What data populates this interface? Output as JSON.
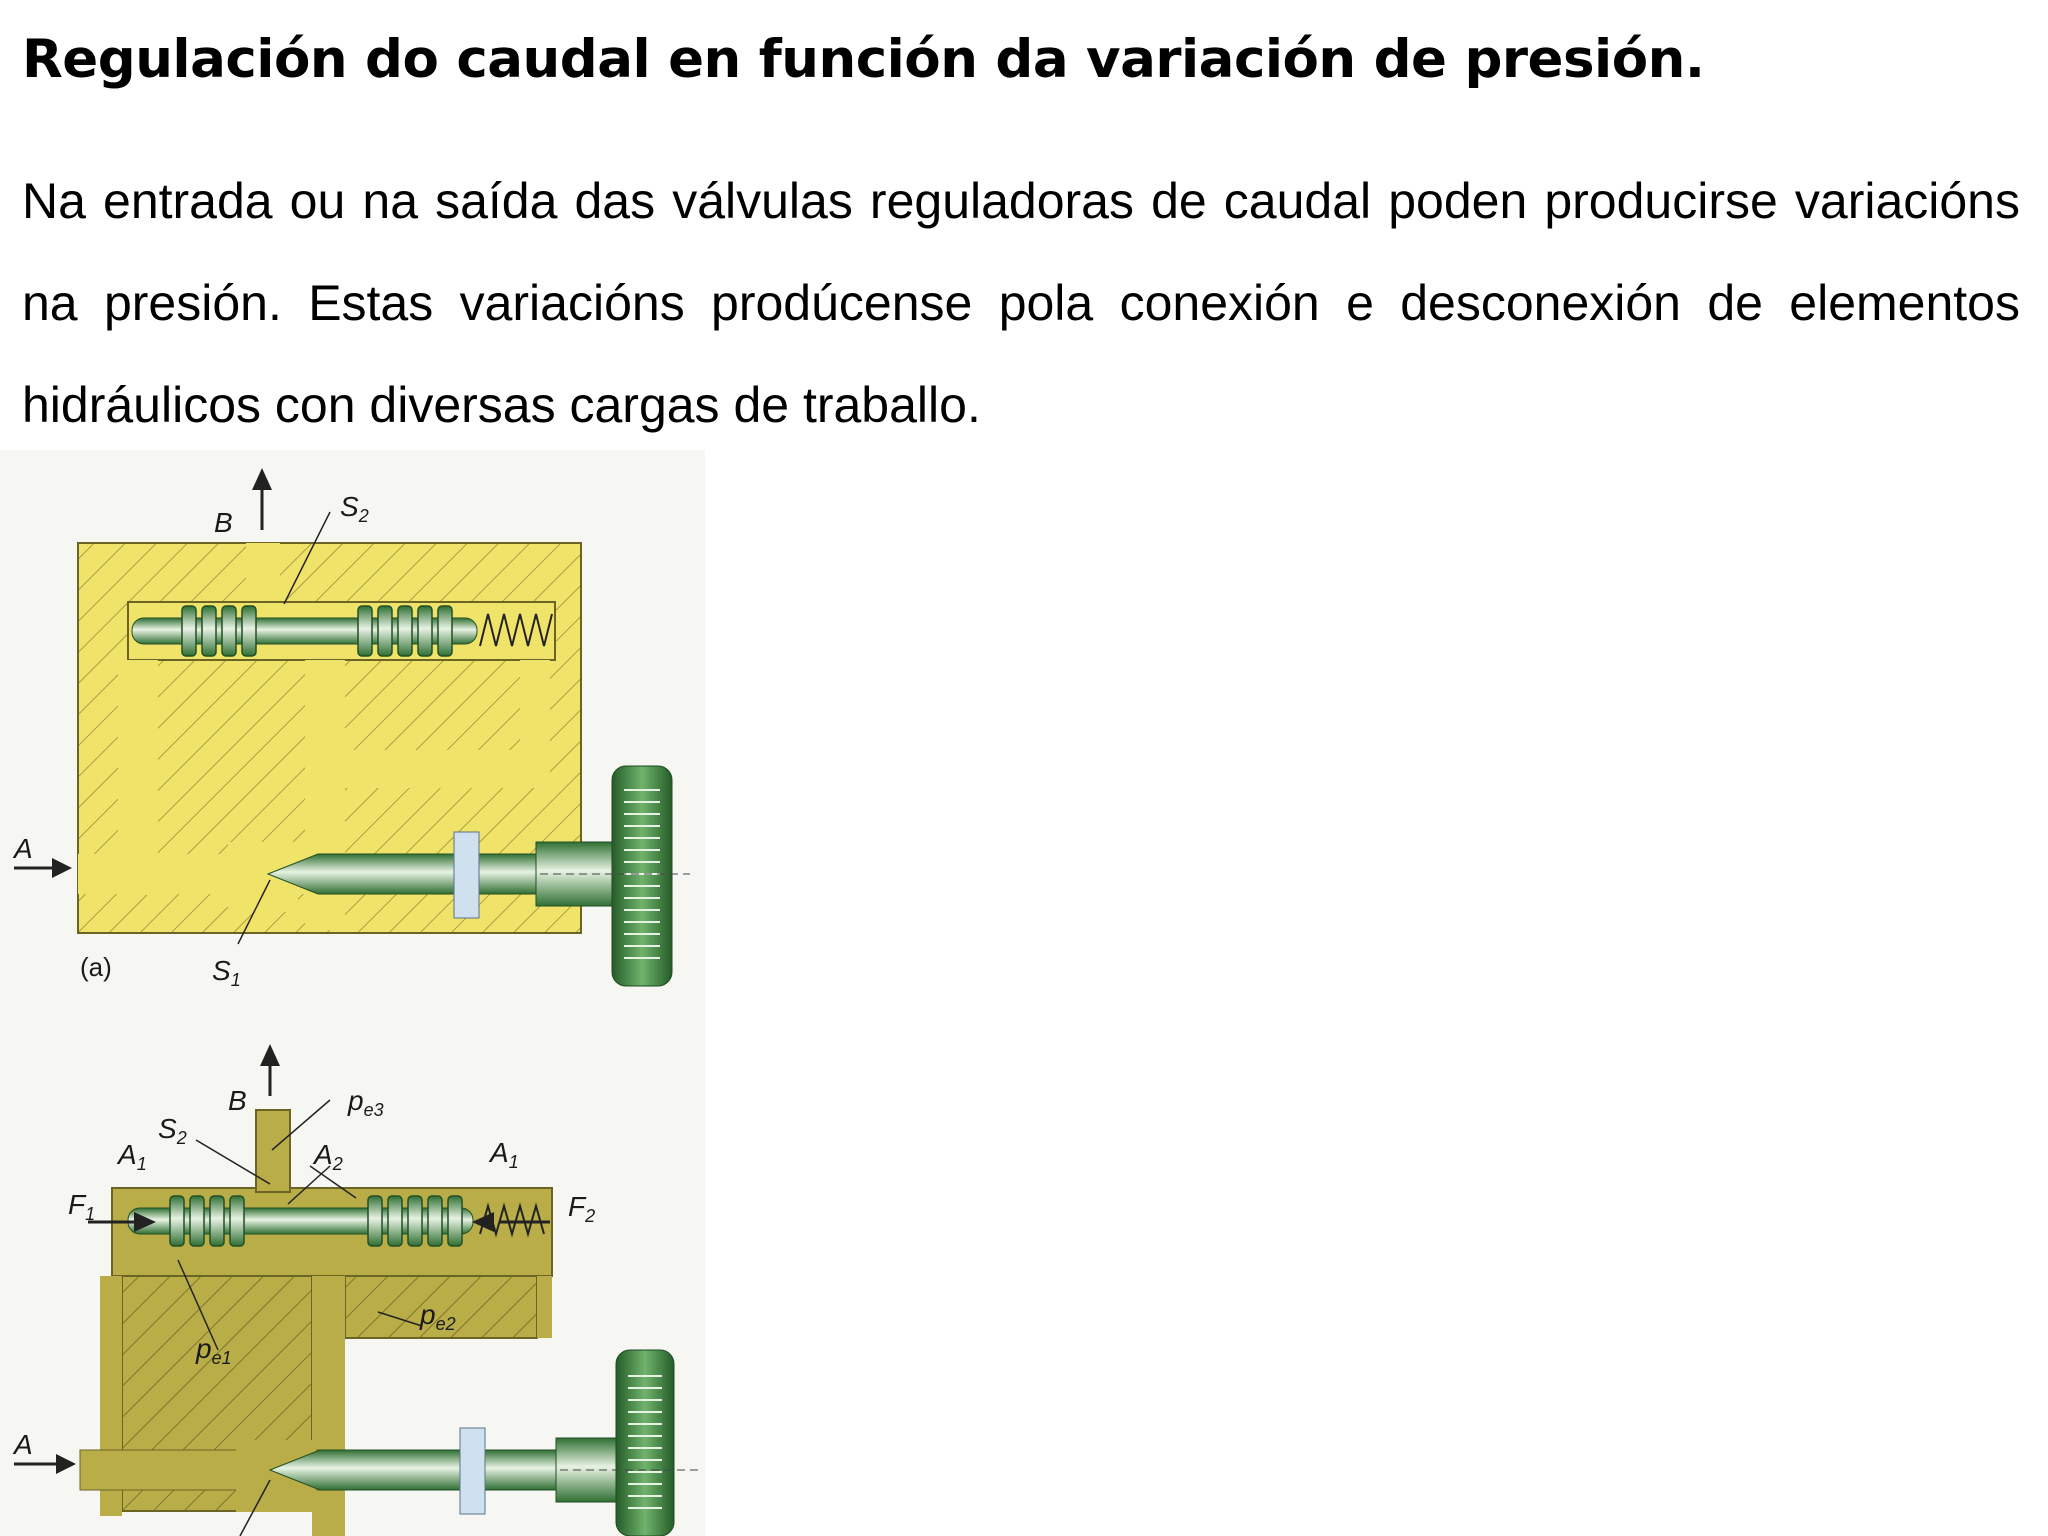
{
  "title": "Regulación do caudal en función da variación de presión.",
  "paragraph": "Na entrada ou na saída das válvulas reguladoras de caudal poden producirse variacións na presión. Estas variacións prodúcense pola conexión e desconexión de elementos hidráulicos con diversas cargas de traballo.",
  "figure": {
    "top_diagram": {
      "caption": "(a)",
      "labels": {
        "inlet": "A",
        "outlet": "B",
        "orifice_1": "S",
        "orifice_1_sub": "1",
        "orifice_2": "S",
        "orifice_2_sub": "2"
      }
    },
    "bottom_diagram": {
      "labels": {
        "inlet": "A",
        "outlet": "B",
        "orifice_2": "S",
        "orifice_2_sub": "2",
        "area_1_left": "A",
        "area_1_left_sub": "1",
        "area_2": "A",
        "area_2_sub": "2",
        "area_1_right": "A",
        "area_1_right_sub": "1",
        "force_1": "F",
        "force_1_sub": "1",
        "force_2": "F",
        "force_2_sub": "2",
        "pressure_1": "p",
        "pressure_1_sub": "e1",
        "pressure_2": "p",
        "pressure_2_sub": "e2",
        "pressure_3": "p",
        "pressure_3_sub": "e3"
      }
    },
    "colors": {
      "body_top": "#f0e36a",
      "body_bottom": "#b6aa45",
      "hatch": "#7e7430",
      "spool_green": "#3e8c3f",
      "spool_light": "#dcebd6",
      "knob_dark": "#2f6f33",
      "nut_blue": "#cfe1ef"
    }
  }
}
